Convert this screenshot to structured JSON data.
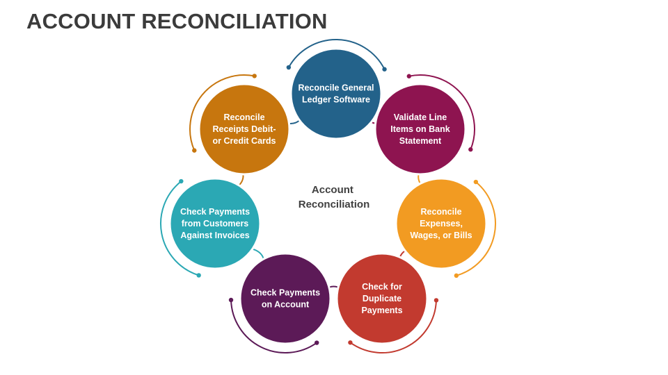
{
  "title": "ACCOUNT RECONCILIATION",
  "center": {
    "lines": [
      "Account",
      "Reconciliation"
    ]
  },
  "nodes": [
    {
      "id": "reconcile-general-ledger",
      "lines": [
        "Reconcile General",
        "Ledger Software"
      ],
      "color": "#23628a"
    },
    {
      "id": "validate-line-items",
      "lines": [
        "Validate Line",
        "Items on Bank",
        "Statement"
      ],
      "color": "#8e1450"
    },
    {
      "id": "reconcile-expenses",
      "lines": [
        "Reconcile",
        "Expenses,",
        "Wages, or Bills"
      ],
      "color": "#f29b22"
    },
    {
      "id": "check-duplicate-payments",
      "lines": [
        "Check for",
        "Duplicate",
        "Payments"
      ],
      "color": "#c23a2f"
    },
    {
      "id": "check-payments-on-account",
      "lines": [
        "Check Payments",
        "on Account"
      ],
      "color": "#5c1a57"
    },
    {
      "id": "check-payments-customers",
      "lines": [
        "Check Payments",
        "from Customers",
        "Against Invoices"
      ],
      "color": "#2ba8b4"
    },
    {
      "id": "reconcile-receipts",
      "lines": [
        "Reconcile",
        "Receipts Debit-",
        "or Credit Cards"
      ],
      "color": "#c7760e"
    }
  ]
}
